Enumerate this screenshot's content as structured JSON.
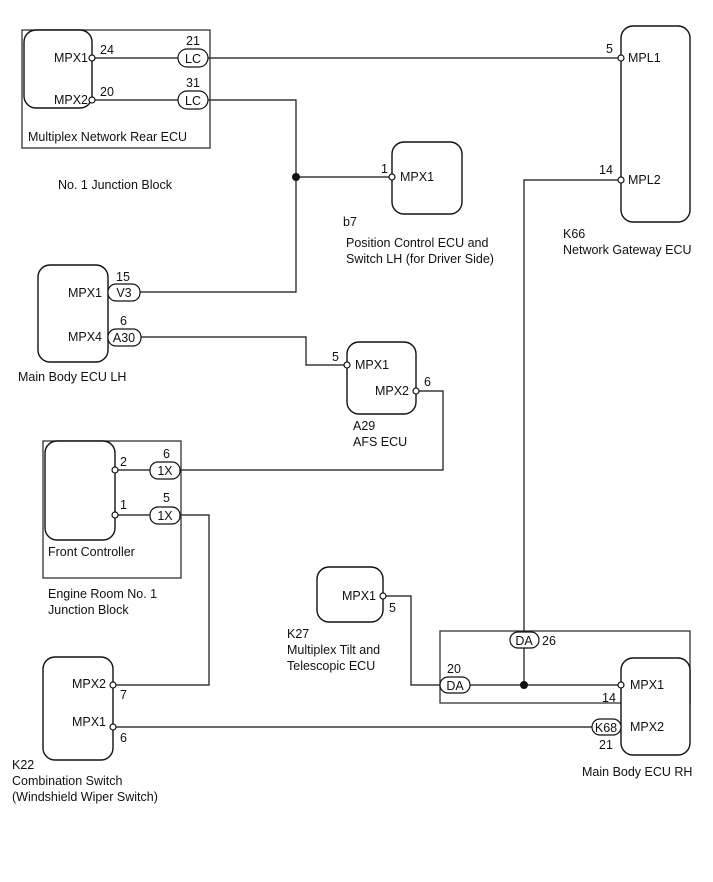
{
  "rear_ecu": {
    "name": "Multiplex Network Rear ECU",
    "block": "No. 1 Junction Block",
    "pin1": "MPX1",
    "pin1_no": "24",
    "pin2": "MPX2",
    "pin2_no": "20",
    "conn1": "LC",
    "conn1_no": "21",
    "conn2": "LC",
    "conn2_no": "31"
  },
  "gateway": {
    "code": "K66",
    "name": "Network Gateway ECU",
    "pin1": "MPL1",
    "pin1_no": "5",
    "pin2": "MPL2",
    "pin2_no": "14"
  },
  "position_ecu": {
    "code": "b7",
    "name_line1": "Position Control ECU and",
    "name_line2": "Switch LH (for Driver Side)",
    "pin": "MPX1",
    "pin_no": "1"
  },
  "body_lh": {
    "name": "Main Body ECU LH",
    "pin1": "MPX1",
    "pin2": "MPX4",
    "conn1": "V3",
    "conn1_no": "15",
    "conn2": "A30",
    "conn2_no": "6"
  },
  "afs": {
    "code": "A29",
    "name": "AFS ECU",
    "pin1": "MPX1",
    "pin1_no": "5",
    "pin2": "MPX2",
    "pin2_no": "6"
  },
  "front": {
    "name": "Front Controller",
    "block_line1": "Engine Room No. 1",
    "block_line2": "Junction Block",
    "pin1_no": "2",
    "pin2_no": "1",
    "conn1": "1X",
    "conn1_no": "6",
    "conn2": "1X",
    "conn2_no": "5"
  },
  "tilt": {
    "code": "K27",
    "name_line1": "Multiplex Tilt and",
    "name_line2": "Telescopic ECU",
    "pin": "MPX1",
    "pin_no": "5"
  },
  "combo": {
    "code": "K22",
    "name_line1": "Combination Switch",
    "name_line2": "(Windshield Wiper Switch)",
    "pin1": "MPX2",
    "pin1_no": "7",
    "pin2": "MPX1",
    "pin2_no": "6"
  },
  "body_rh": {
    "name": "Main Body ECU RH",
    "pin1": "MPX1",
    "pin1_no": "14",
    "pin2": "MPX2",
    "pin2_no": "21",
    "conn_da1": "DA",
    "conn_da1_no": "26",
    "conn_da2": "DA",
    "conn_da2_no": "20",
    "conn_k68": "K68"
  }
}
